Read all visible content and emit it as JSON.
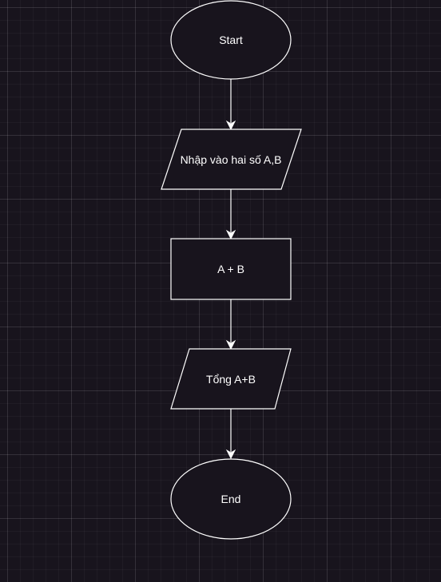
{
  "diagram": {
    "nodes": [
      {
        "id": "start",
        "shape": "ellipse",
        "label": "Start"
      },
      {
        "id": "input",
        "shape": "parallelogram",
        "label": "Nhập vào hai số A,B"
      },
      {
        "id": "process",
        "shape": "rectangle",
        "label": "A + B"
      },
      {
        "id": "output",
        "shape": "parallelogram",
        "label": "Tổng A+B"
      },
      {
        "id": "end",
        "shape": "ellipse",
        "label": "End"
      }
    ],
    "edges": [
      {
        "from": "start",
        "to": "input"
      },
      {
        "from": "input",
        "to": "process"
      },
      {
        "from": "process",
        "to": "output"
      },
      {
        "from": "output",
        "to": "end"
      }
    ]
  },
  "colors": {
    "background": "#18141d",
    "stroke": "#ffffff",
    "text": "#ffffff"
  }
}
